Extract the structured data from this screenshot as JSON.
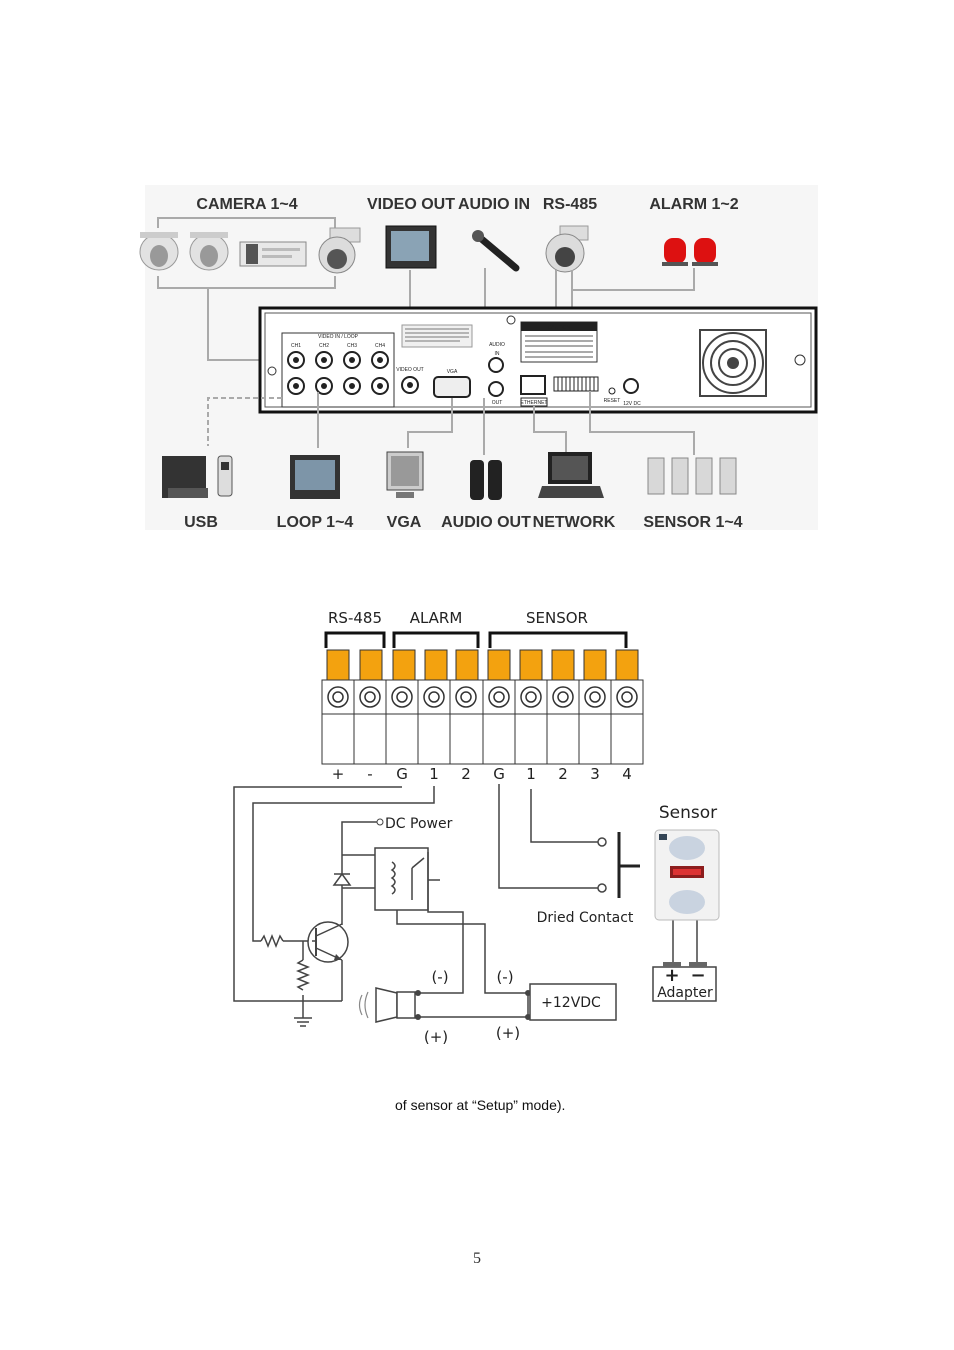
{
  "top_diagram": {
    "labels": {
      "camera": "CAMERA 1~4",
      "video_out": "VIDEO OUT",
      "audio_in": "AUDIO IN",
      "rs485": "RS-485",
      "alarm": "ALARM 1~2",
      "usb": "USB",
      "loop": "LOOP 1~4",
      "vga": "VGA",
      "audio_out": "AUDIO OUT",
      "network": "NETWORK",
      "sensor": "SENSOR 1~4"
    },
    "panel_labels": {
      "video_in_loop": "VIDEO IN / LOOP",
      "ch1": "CH1",
      "ch2": "CH2",
      "ch3": "CH3",
      "ch4": "CH4",
      "video_out": "VIDEO OUT",
      "vga": "VGA",
      "audio": "AUDIO",
      "in": "IN",
      "out": "OUT",
      "ethernet": "ETHERNET",
      "caution": "CAUTION",
      "reset": "RESET",
      "dc": "12V DC"
    }
  },
  "wiring_diagram": {
    "groups": {
      "rs485": "RS-485",
      "alarm": "ALARM",
      "sensor": "SENSOR"
    },
    "terminals": [
      "+",
      "-",
      "G",
      "1",
      "2",
      "G",
      "1",
      "2",
      "3",
      "4"
    ],
    "dc_power": "DC Power",
    "sensor_title": "Sensor",
    "dried_contact": "Dried Contact",
    "adapter": "Adapter",
    "supply": "+12VDC",
    "neg_left": "(-)",
    "neg_right": "(-)",
    "pos_left": "(+)",
    "pos_right": "(+)",
    "adapter_plus": "+",
    "adapter_minus": "−"
  },
  "caption": "of sensor at “Setup” mode).",
  "page_number": "5"
}
